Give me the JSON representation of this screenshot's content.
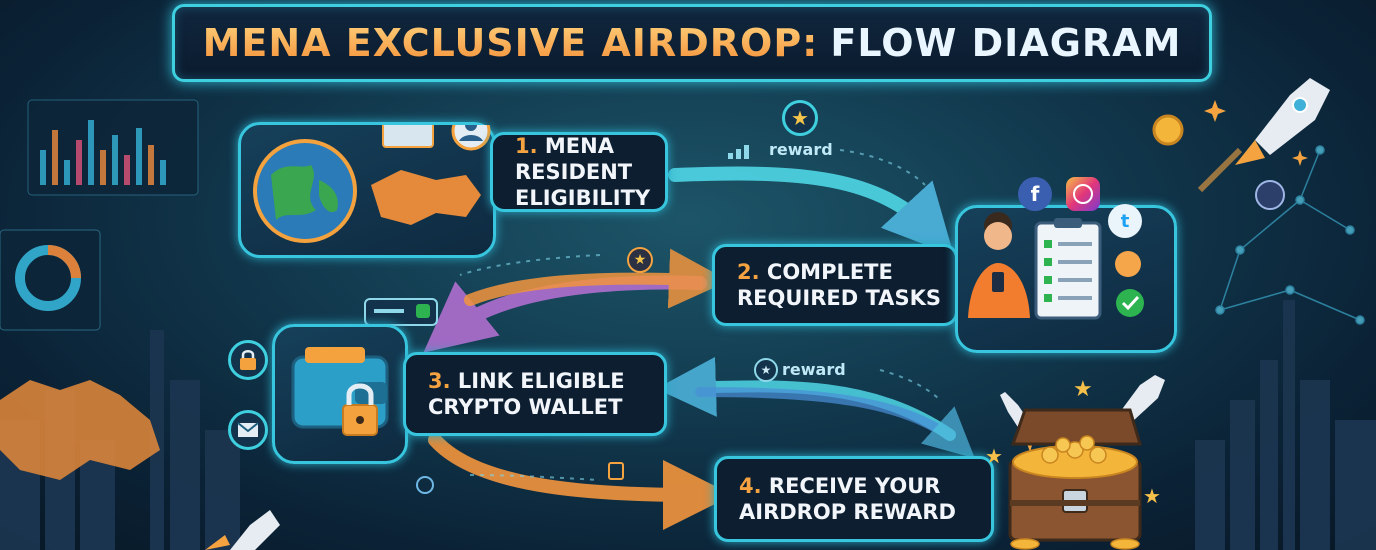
{
  "title": {
    "part1": "MENA EXCLUSIVE AIRDROP:",
    "part2": "FLOW DIAGRAM"
  },
  "steps": [
    {
      "num": "1.",
      "lines": [
        "MENA",
        "RESIDENT",
        "ELIGIBILITY"
      ]
    },
    {
      "num": "2.",
      "lines": [
        "COMPLETE",
        "REQUIRED TASKS"
      ]
    },
    {
      "num": "3.",
      "lines": [
        "LINK ELIGIBLE",
        "CRYPTO WALLET"
      ]
    },
    {
      "num": "4.",
      "lines": [
        "RECEIVE YOUR",
        "AIRDROP REWARD"
      ]
    }
  ],
  "tags": {
    "reward_top": "reward",
    "reward_mid": "reward"
  },
  "colors": {
    "accent": "#37c6de",
    "orange": "#f4a340",
    "arrow_cyan": "#4fd7e6",
    "arrow_orange": "#f3953d"
  }
}
